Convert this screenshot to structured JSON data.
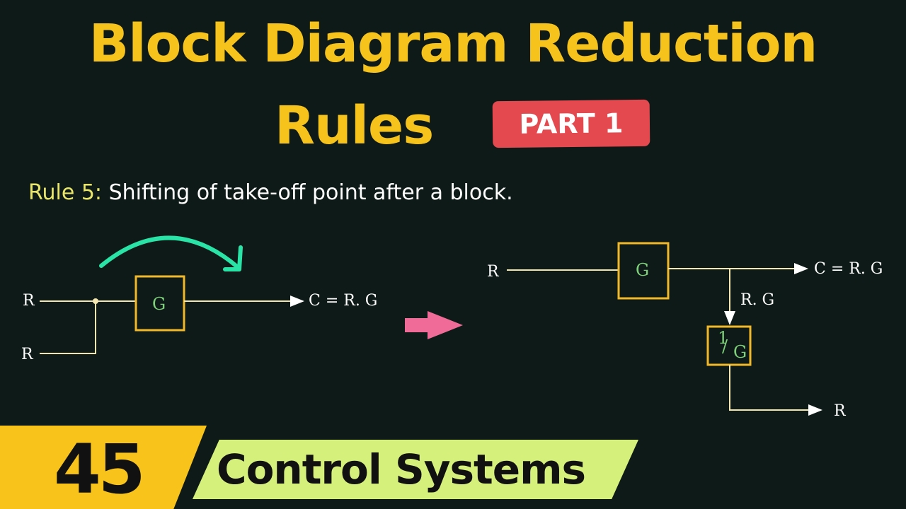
{
  "title": {
    "line1": "Block Diagram Reduction",
    "line2": "Rules",
    "badge": "PART 1"
  },
  "rule": {
    "label": "Rule 5:",
    "text": "Shifting of take-off point after a block."
  },
  "left_diagram": {
    "input_top": "R",
    "input_bottom": "R",
    "block": "G",
    "output": "C = R. G"
  },
  "right_diagram": {
    "input": "R",
    "block": "G",
    "output": "C = R. G",
    "branch_label": "R. G",
    "block2_num": "1",
    "block2_den": "G",
    "output2": "R"
  },
  "footer": {
    "number": "45",
    "title": "Control Systems"
  },
  "colors": {
    "title": "#f6c21c",
    "badge": "#e4494f",
    "rule_label": "#e9e66a",
    "block": "#f0b82a",
    "arrow_green": "#29e3a7",
    "arrow_pink": "#f06b98",
    "wire": "#f4e6b0"
  }
}
